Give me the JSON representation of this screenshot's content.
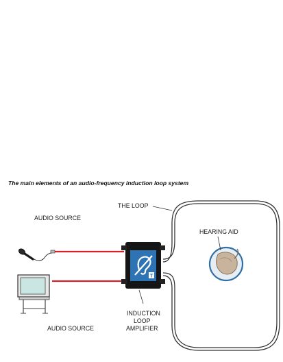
{
  "caption": "The main elements of an audio-frequency induction loop system",
  "labels": {
    "audio_source_top": "AUDIO SOURCE",
    "audio_source_bottom": "AUDIO SOURCE",
    "the_loop": "THE LOOP",
    "hearing_aid": "HEARING AID",
    "amplifier_line1": "INDUCTION",
    "amplifier_line2": "LOOP",
    "amplifier_line3": "AMPLIFIER",
    "amplifier_badge": "T"
  },
  "colors": {
    "signal_wire": "#d8202a",
    "loop_wire": "#333333",
    "amplifier_face": "#2e74b5",
    "amplifier_body": "#151515",
    "tv_screen": "#c9e6e2",
    "hearing_aid_shell": "#c8b49c",
    "hearing_aid_ring": "#2f6fa8"
  },
  "icons": {
    "microphone": "microphone-icon",
    "television": "television-icon",
    "amplifier_symbol": "hearing-loop-icon",
    "hearing_aid": "hearing-aid-icon"
  }
}
